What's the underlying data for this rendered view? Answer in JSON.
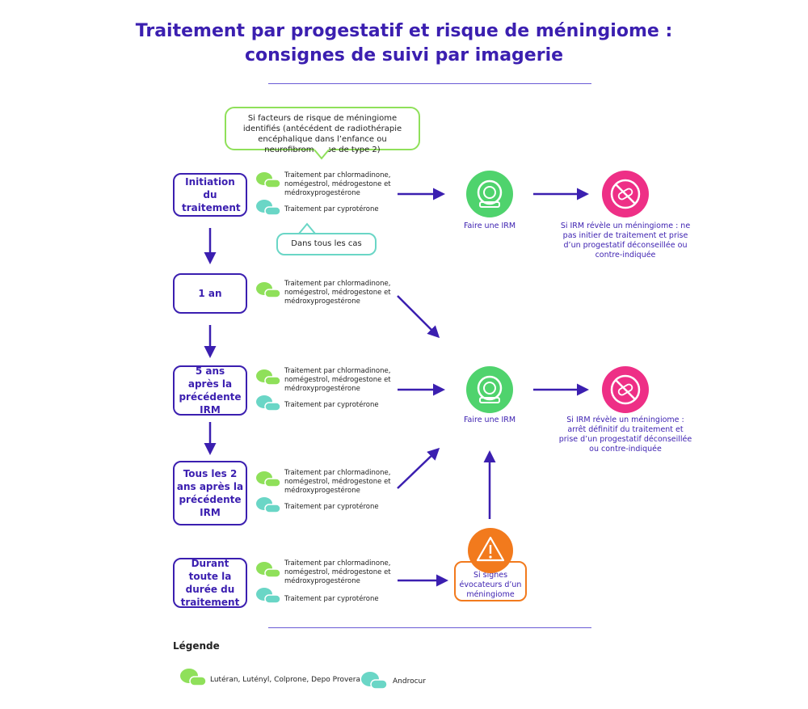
{
  "title": {
    "line1": "Traitement par progestatif et risque de méningiome :",
    "line2": "consignes de suivi par imagerie"
  },
  "callouts": {
    "risk_factors": "Si facteurs de risque de méningiome identifiés (antécédent de radiothérapie encéphalique dans l’enfance ou neurofibromatose de type 2)",
    "all_cases": "Dans tous les cas"
  },
  "stages": [
    {
      "label": "Initiation du traitement",
      "drug1": "Traitement par chlormadinone, nomégestrol, médrogestone et médroxyprogestérone",
      "drug2": "Traitement par cyprotérone"
    },
    {
      "label": "1 an",
      "drug1": "Traitement par chlormadinone, nomégestrol, médrogestone et médroxyprogestérone",
      "drug2": ""
    },
    {
      "label": "5 ans après la précédente IRM",
      "drug1": "Traitement par chlormadinone, nomégestrol, médrogestone et médroxyprogestérone",
      "drug2": "Traitement par cyprotérone"
    },
    {
      "label": "Tous les 2 ans après la précédente IRM",
      "drug1": "Traitement par chlormadinone, nomégestrol, médrogestone et médroxyprogestérone",
      "drug2": "Traitement par cyprotérone"
    },
    {
      "label": "Durant toute la durée du traitement",
      "drug1": "Traitement par chlormadinone, nomégestrol, médrogestone et médroxyprogestérone",
      "drug2": "Traitement par cyprotérone"
    }
  ],
  "mri": {
    "label_top": "Faire une IRM",
    "label_mid": "Faire une IRM"
  },
  "outcomes": {
    "top": "Si IRM révèle un méningiome : ne pas initier de traitement et prise d’un progestatif déconseillée ou contre-indiquée",
    "mid": "Si IRM révèle un méningiome : arrêt définitif du traitement et prise d’un progestatif déconseillée ou contre-indiquée"
  },
  "warning": {
    "label": "Si signes évocateurs d’un méningiome"
  },
  "legend": {
    "title": "Légende",
    "green": "Lutéran, Lutényl, Colprone, Depo Provera",
    "teal": "Androcur"
  },
  "colors": {
    "purple": "#3b1fb0",
    "green": "#8fe05a",
    "teal": "#6ad6c6",
    "pink": "#ee2f86",
    "orange": "#f27a1d"
  },
  "icons": {
    "mri": "mri-scanner-icon",
    "forbidden": "no-pill-icon",
    "warning": "warning-triangle-icon",
    "pill": "pill-icon"
  }
}
